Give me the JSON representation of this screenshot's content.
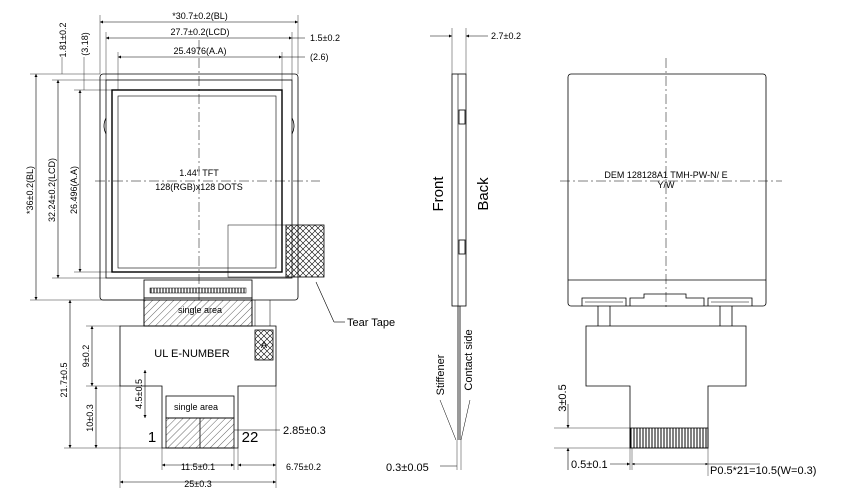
{
  "front": {
    "dim_bl_width": "*30.7±0.2(BL)",
    "dim_lcd_width": "27.7±0.2(LCD)",
    "dim_aa_width": "25.4976(A.A)",
    "dim_right_15": "1.5±0.2",
    "dim_right_26": "(2.6)",
    "dim_top_181": "1.81±0.2",
    "dim_top_318": "(3.18)",
    "dim_bl_height": "*36±0.2(BL)",
    "dim_lcd_height": "32.24±0.2(LCD)",
    "dim_aa_height": "26.496(A.A)",
    "screen_line1": "1.44\" TFT",
    "screen_line2": "128(RGB)x128  DOTS",
    "fpc_top_text": "single area",
    "fpc_label": "UL E-NUMBER",
    "fpc_mini_text": "single area",
    "fpc_side_text": "A",
    "dim_21_7": "21.7±0.5",
    "dim_9": "9±0.2",
    "dim_4_5": "4.5±0.5",
    "dim_10": "10±0.3",
    "pin_first": "1",
    "pin_last": "22",
    "dim_2_85": "2.85±0.3",
    "dim_11_5": "11.5±0.1",
    "dim_6_75": "6.75±0.2",
    "dim_25": "25±0.3",
    "tear_tape": "Tear Tape"
  },
  "side": {
    "dim_thickness": "2.7±0.2",
    "front_label": "Front",
    "back_label": "Back",
    "stiffener_label": "Stiffener",
    "contact_label": "Contact side",
    "dim_fpc_thickness": "0.3±0.05"
  },
  "back": {
    "part_number": "DEM 128128A1 TMH-PW-N/ E",
    "date_code": "Y/W",
    "dim_3": "3±0.5",
    "dim_0_5": "0.5±0.1",
    "dim_pitch": "P0.5*21=10.5(W=0.3)"
  }
}
